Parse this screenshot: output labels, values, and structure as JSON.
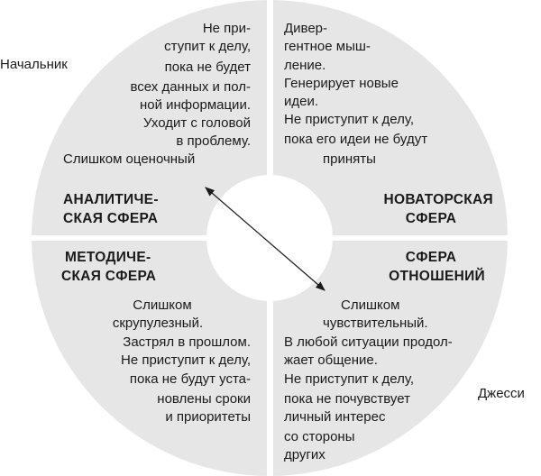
{
  "labels": {
    "boss": "Начальник",
    "jessie": "Джесси"
  },
  "colors": {
    "sector_fill": "#e6e6e6",
    "arrow": "#1a1a1a"
  },
  "arrow": {
    "type": "double-headed",
    "connects": [
      "analytical",
      "relationships"
    ]
  },
  "quadrants": {
    "analytical": {
      "title": [
        "АНАЛИТИЧЕ-",
        "СКАЯ СФЕРА"
      ],
      "body": [
        "Не при-",
        "ступит к делу,",
        "пока не будет",
        "всех данных и пол-",
        "ной информации.",
        "Уходит с головой",
        "в проблему.",
        "Слишком оценочный"
      ]
    },
    "innovative": {
      "title": [
        "НОВАТОРСКАЯ",
        "СФЕРА"
      ],
      "body": [
        "Дивер-",
        "гентное мыш-",
        "ление.",
        "Генерирует новые",
        "идеи.",
        "Не приступит к делу,",
        "пока его идеи не будут",
        "приняты"
      ]
    },
    "methodical": {
      "title": [
        "МЕТОДИЧЕ-",
        "СКАЯ СФЕРА"
      ],
      "body": [
        "Слишком",
        "скрупулезный.",
        "Застрял в прошлом.",
        "Не приступит к делу,",
        "пока не будут уста-",
        "новлены сроки",
        "и приоритеты"
      ]
    },
    "relationships": {
      "title": [
        "СФЕРА",
        "ОТНОШЕНИЙ"
      ],
      "body": [
        "Слишком",
        "чувствительный.",
        "В любой ситуации продол-",
        "жает общение.",
        "Не приступит к делу,",
        "пока не почувствует",
        "личный интерес",
        "со стороны",
        "других"
      ]
    }
  }
}
